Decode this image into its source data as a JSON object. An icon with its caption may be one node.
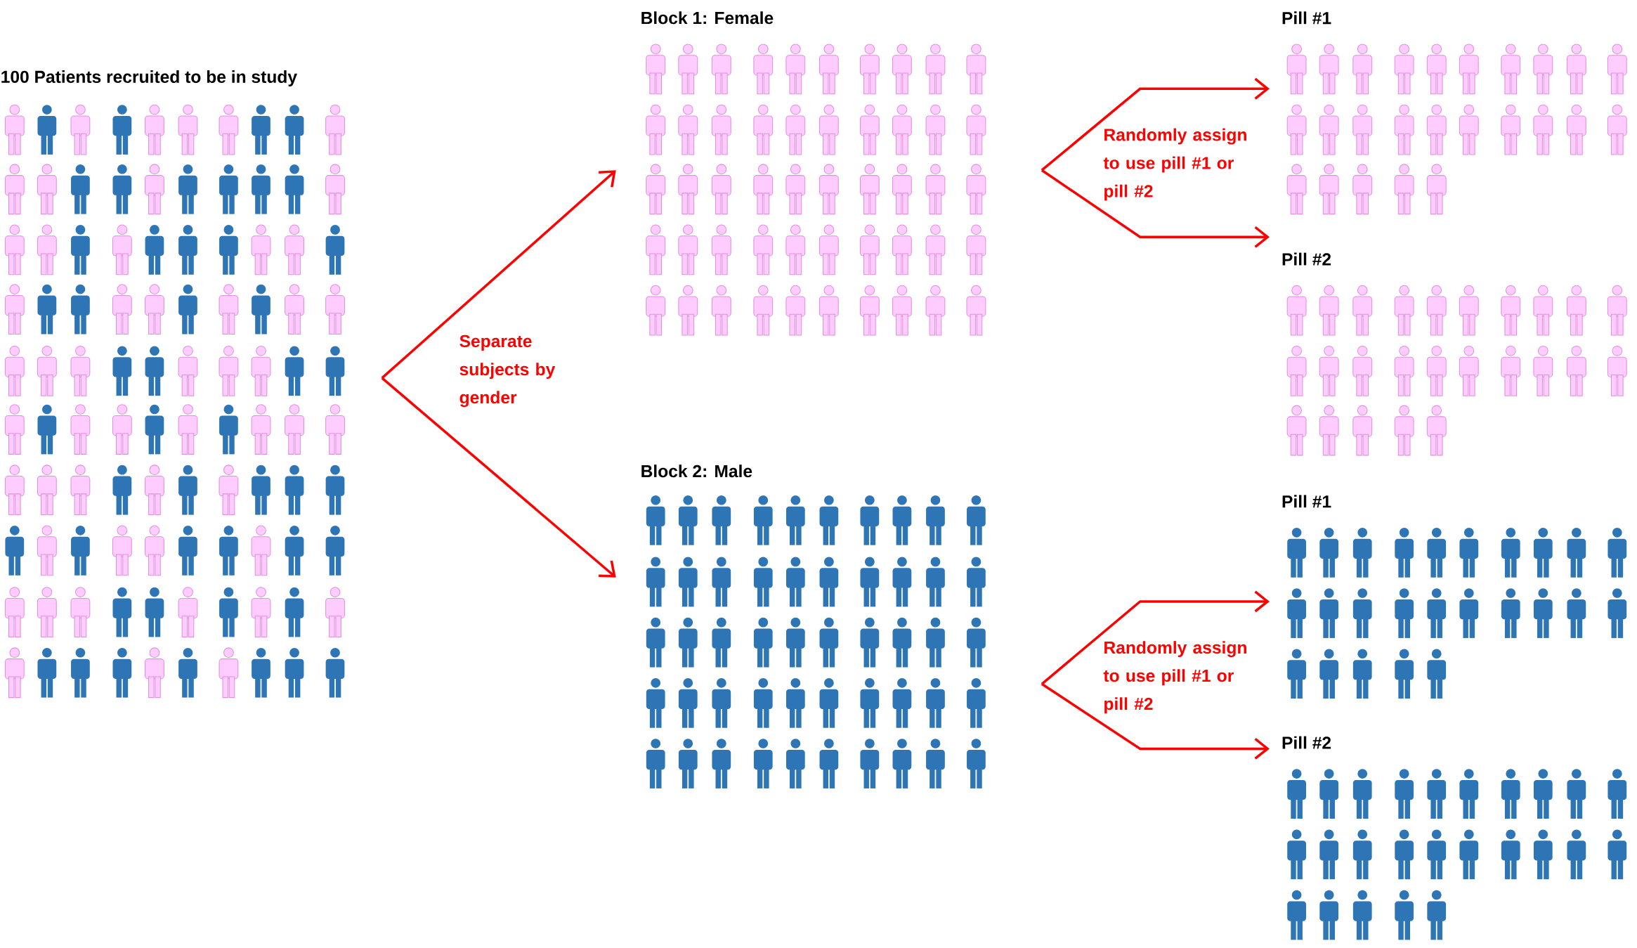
{
  "diagram": {
    "nodes": [
      {
        "text": [
          "100 Patients recruited to be in study"
        ]
      },
      {
        "text": [
          "Block 1: Female"
        ]
      },
      {
        "text": [
          "Block 2: Male"
        ]
      },
      {
        "text": [
          "Pill #1"
        ]
      },
      {
        "text": [
          "Pill #2"
        ]
      },
      {
        "text": [
          "Pill #1"
        ]
      },
      {
        "text": [
          "Pill #2"
        ]
      }
    ],
    "edges": [
      {
        "from": 0,
        "to": 1,
        "arrow": "to",
        "label": "Separate subjects by gender"
      },
      {
        "from": 0,
        "to": 2,
        "arrow": "to"
      },
      {
        "from": 1,
        "to": 3,
        "arrow": "to",
        "label": "Randomly assign to use pill #1 or pill #2"
      },
      {
        "from": 1,
        "to": 4,
        "arrow": "to"
      },
      {
        "from": 2,
        "to": 5,
        "arrow": "to",
        "label": "Randomly assign to use pill #1 or pill #2"
      },
      {
        "from": 2,
        "to": 6,
        "arrow": "to"
      }
    ]
  }
}
